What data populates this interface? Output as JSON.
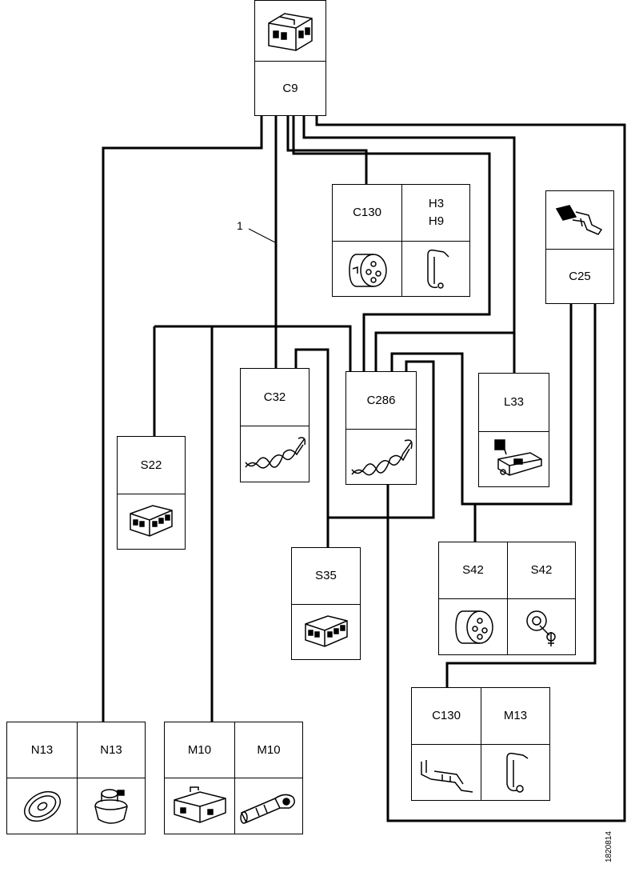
{
  "diagram": {
    "wire_ref": "1",
    "figure_code": "1820814",
    "boxes": {
      "c9": {
        "label": "C9",
        "icon": "connector-block-icon"
      },
      "c130_h3": {
        "left_label": "C130",
        "right_label_1": "H3",
        "right_label_2": "H9",
        "left_icon": "round-connector-icon",
        "right_icon": "terminal-clip-icon"
      },
      "c25": {
        "label": "C25",
        "icon": "spade-terminal-icon"
      },
      "c32": {
        "label": "C32",
        "icon": "twisted-pair-icon"
      },
      "c286": {
        "label": "C286",
        "icon": "twisted-pair-icon"
      },
      "l33": {
        "label": "L33",
        "icon": "lamp-holder-icon"
      },
      "s22": {
        "label": "S22",
        "icon": "multi-pin-connector-icon"
      },
      "s35": {
        "label": "S35",
        "icon": "multi-pin-connector-icon"
      },
      "s42": {
        "left_label": "S42",
        "right_label": "S42",
        "left_icon": "round-connector-icon",
        "right_icon": "ignition-switch-icon"
      },
      "c130_m13": {
        "left_label": "C130",
        "right_label": "M13",
        "left_icon": "crimp-terminal-icon",
        "right_icon": "terminal-clip-icon"
      },
      "n13": {
        "left_label": "N13",
        "right_label": "N13",
        "left_icon": "speaker-icon",
        "right_icon": "buzzer-icon"
      },
      "m10": {
        "left_label": "M10",
        "right_label": "M10",
        "left_icon": "motor-connector-icon",
        "right_icon": "motor-icon"
      }
    }
  }
}
